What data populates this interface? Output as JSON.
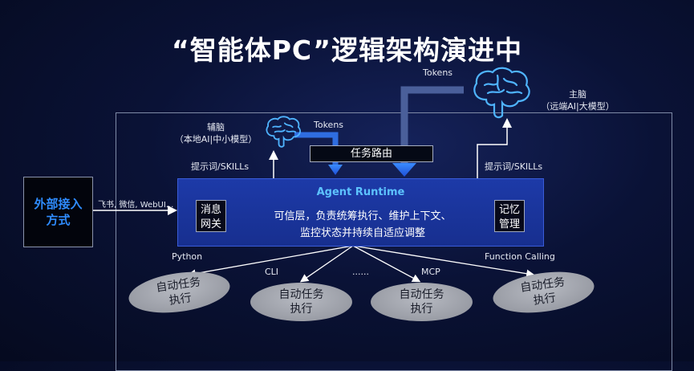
{
  "title": "“智能体PC”逻辑架构演进中",
  "main_brain": {
    "line1": "主脑",
    "line2": "（远端AI|大模型）"
  },
  "aux_brain": {
    "line1": "辅脑",
    "line2": "（本地AI|中小模型）"
  },
  "tokens_top": "Tokens",
  "tokens_small": "Tokens",
  "task_router": "任务路由",
  "prompt_left": "提示词/SKILLs",
  "prompt_right": "提示词/SKILLs",
  "external": {
    "line1": "外部接入",
    "line2": "方式"
  },
  "channels": "飞书, 微信, WebUI...",
  "runtime": {
    "title": "Agent Runtime",
    "desc1": "可信层，负责统筹执行、维护上下文、",
    "desc2": "监控状态并持续自适应调整"
  },
  "gateway": {
    "line1": "消息",
    "line2": "网关"
  },
  "memory": {
    "line1": "记忆",
    "line2": "管理"
  },
  "interfaces": [
    "Python",
    "CLI",
    "......",
    "MCP",
    "Function Calling"
  ],
  "tasks": [
    {
      "line1": "自动任务",
      "line2": "执行"
    },
    {
      "line1": "自动任务",
      "line2": "执行"
    },
    {
      "line1": "自动任务",
      "line2": "执行"
    },
    {
      "line1": "自动任务",
      "line2": "执行"
    }
  ],
  "colors": {
    "runtime_bg": "#1d3aa8",
    "accent_blue": "#2f8cff",
    "runtime_title": "#5dc3ff",
    "task_gray": "#a3a6ae"
  },
  "icons": [
    "brain-icon"
  ]
}
